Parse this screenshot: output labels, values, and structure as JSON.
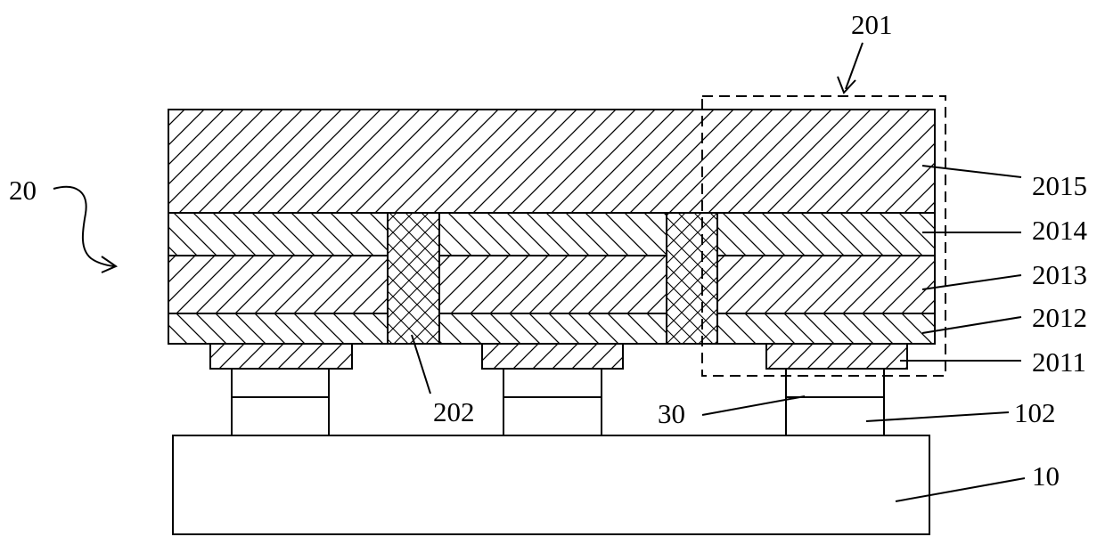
{
  "labels": {
    "l201": "201",
    "l20": "20",
    "l2015": "2015",
    "l2014": "2014",
    "l2013": "2013",
    "l2012": "2012",
    "l2011": "2011",
    "l202": "202",
    "l30": "30",
    "l102": "102",
    "l10": "10"
  },
  "colors": {
    "line": "#000000",
    "background": "#ffffff"
  }
}
